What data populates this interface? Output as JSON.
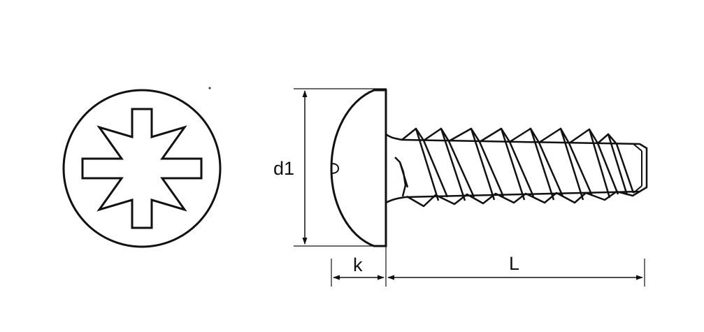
{
  "diagram": {
    "dimensions": {
      "head_diameter_label": "d1",
      "head_height_label": "k",
      "length_label": "L"
    },
    "colors": {
      "ink": "#111111",
      "background": "#ffffff"
    },
    "icons": [
      "pozidriv-recess-icon",
      "pan-head-screw-icon"
    ]
  }
}
